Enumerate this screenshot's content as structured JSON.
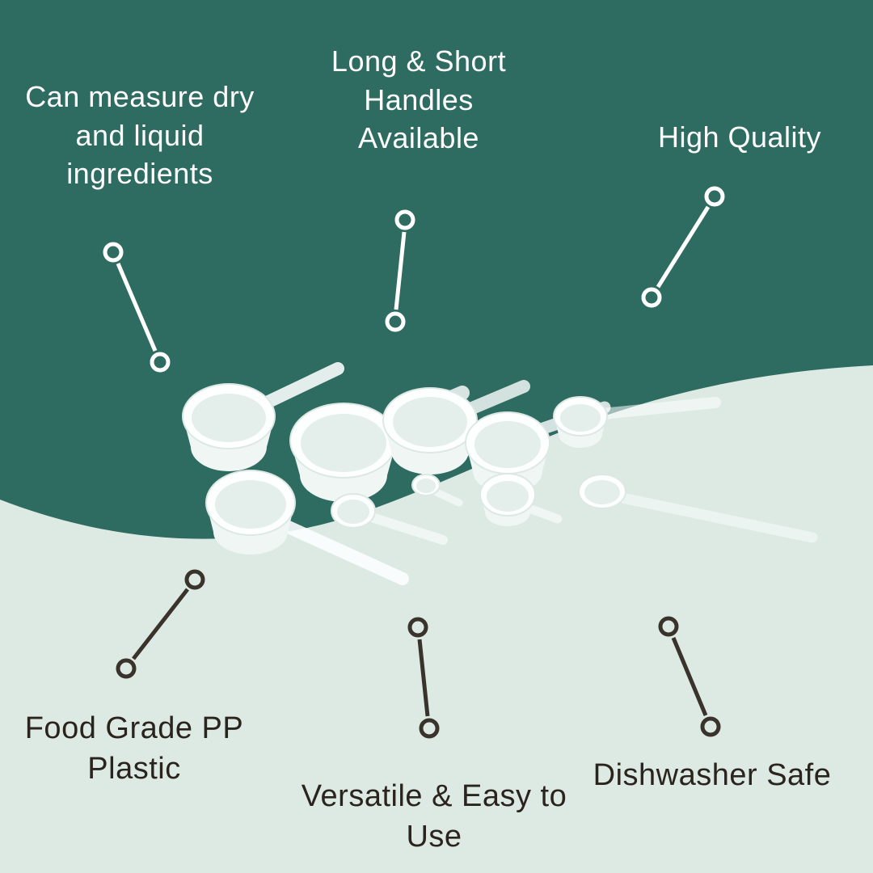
{
  "colors": {
    "background_top": "#2E6C62",
    "background_bottom": "#DCEAE3",
    "text_light": "#FFFFFF",
    "text_dark": "#2B241E",
    "connector_light": "#FFFFFF",
    "connector_dark": "#3A332C",
    "product_white": "#FDFFFF"
  },
  "callouts": {
    "top_left": {
      "label": "Can measure dry\nand liquid\ningredients"
    },
    "top_center": {
      "label": "Long & Short\nHandles\nAvailable"
    },
    "top_right": {
      "label": "High Quality"
    },
    "bottom_left": {
      "label": "Food Grade PP\nPlastic"
    },
    "bottom_center": {
      "label": "Versatile & Easy to\nUse"
    },
    "bottom_right": {
      "label": "Dishwasher Safe"
    }
  },
  "product": {
    "name": "measuring-scoops-set",
    "description": "Set of white plastic measuring scoops and spoons with long and short handles"
  }
}
